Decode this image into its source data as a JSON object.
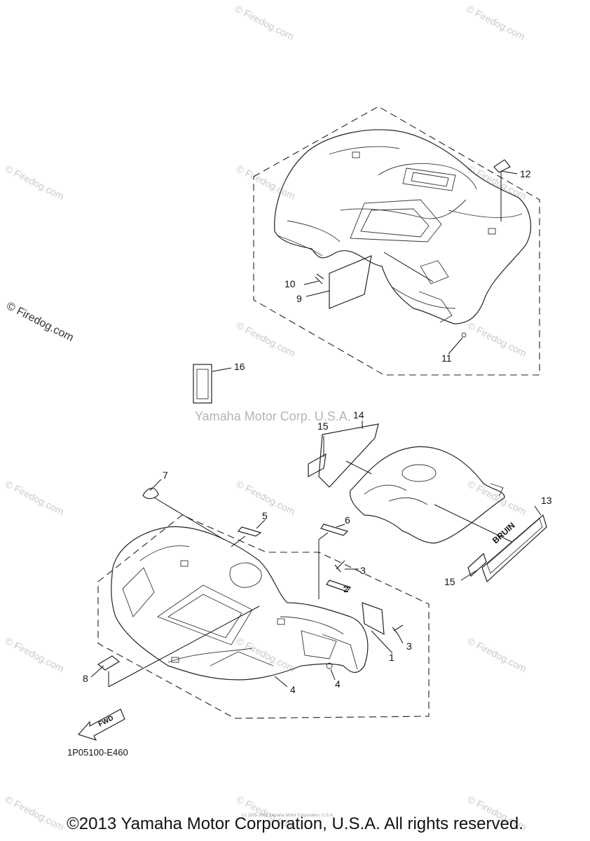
{
  "watermarks": {
    "firedog_short": "© Firedog.com",
    "firedog_bold": "© Firedog.com",
    "yamaha_center": "Yamaha Motor Corp. U.S.A."
  },
  "callouts": [
    "1",
    "2",
    "3",
    "3",
    "4",
    "4",
    "5",
    "6",
    "7",
    "8",
    "9",
    "10",
    "11",
    "12",
    "13",
    "14",
    "15",
    "15",
    "16"
  ],
  "parts": {
    "fwd_arrow_label": "FWD",
    "decal_13_text": "BRUIN"
  },
  "diagram_code": "1P05100-E460",
  "small_credit": "(c) 2005-2016 Yamaha Motor Corporation, U.S.A.",
  "copyright": "©2013 Yamaha Motor Corporation, U.S.A. All rights reserved."
}
